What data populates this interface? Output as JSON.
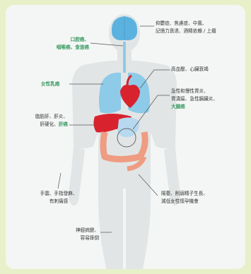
{
  "labels": {
    "brain": {
      "line1": "抑鬱症、焦慮症、中風、",
      "line2": "記憶力衰退、酒精依賴 / 上癮"
    },
    "mouth": {
      "line1": "口腔癌、",
      "line2": "咽喉癌、食道癌"
    },
    "heart": {
      "line1": "高血壓、心臟衰竭"
    },
    "breast": {
      "line1": "女性乳癌"
    },
    "stomach": {
      "line1": "急性和慢性胃炎、",
      "line2": "胃潰瘍、急性胰臟炎、",
      "line3": "大腸癌"
    },
    "liver": {
      "line1": "脂肪肝、肝炎、",
      "line2a": "肝硬化、",
      "line2b": "肝癌"
    },
    "hands": {
      "line1": "手震、手指發麻、",
      "line2": "有刺痛感"
    },
    "reproductive": {
      "line1": "陽萎、削弱精子生長、",
      "line2": "減低女性懷孕機會"
    },
    "feet": {
      "line1": "神經病變、",
      "line2": "容易摔倒"
    }
  },
  "colors": {
    "background": "#e7f0c9",
    "panel": "#f3f6f4",
    "body": "#e2e5e6",
    "brain": "#5cb2df",
    "lungs": "#8dcbe8",
    "heart": "#d8232e",
    "liver": "#d8232e",
    "stomach": "#b7d9ef",
    "intestine": "#ee9c82",
    "highlight": "#3a9a63"
  }
}
